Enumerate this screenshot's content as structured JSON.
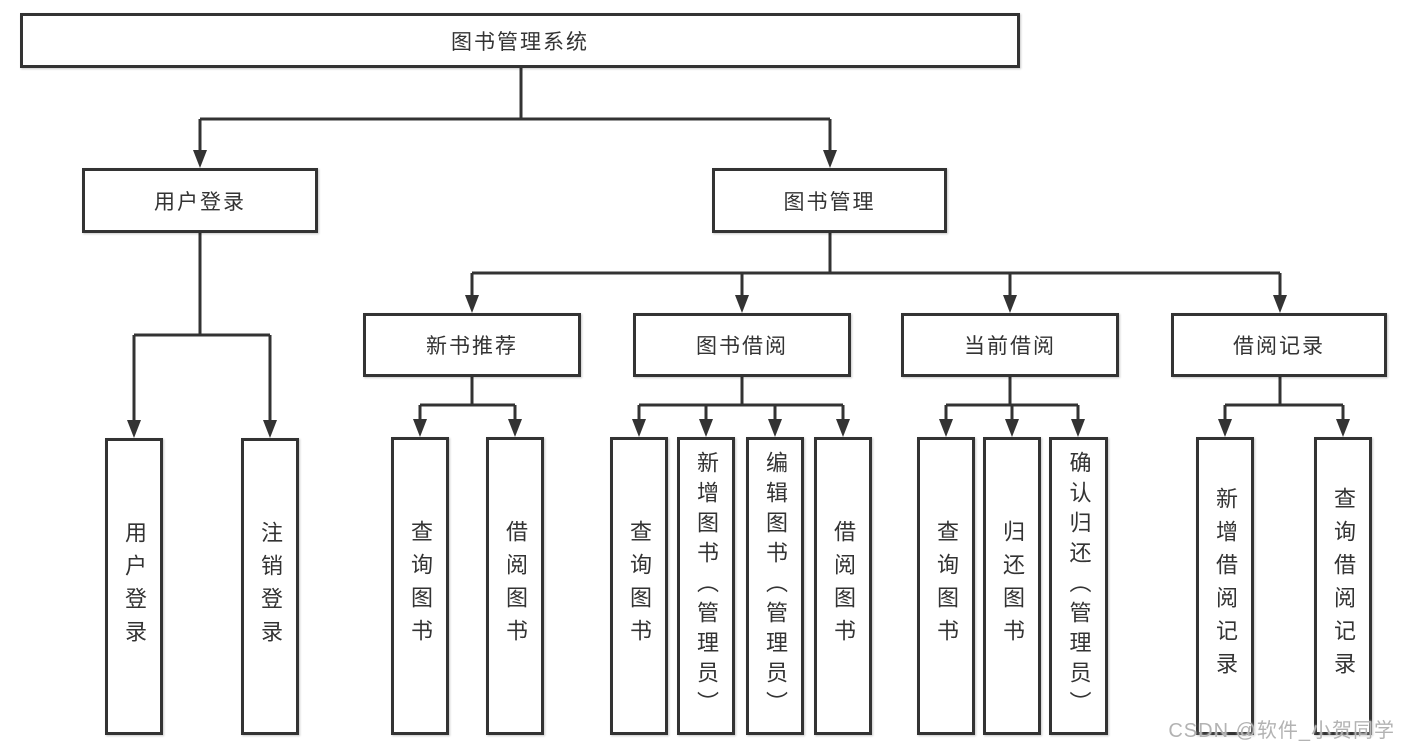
{
  "diagram": {
    "root": {
      "label": "图书管理系统"
    },
    "level2": {
      "user_login": {
        "label": "用户登录"
      },
      "book_management": {
        "label": "图书管理"
      }
    },
    "user_login_children": {
      "user_login": {
        "label": "用户登录"
      },
      "logout": {
        "label": "注销登录"
      }
    },
    "level3": {
      "new_book_recommend": {
        "label": "新书推荐"
      },
      "book_borrow": {
        "label": "图书借阅"
      },
      "current_borrow": {
        "label": "当前借阅"
      },
      "borrow_record": {
        "label": "借阅记录"
      }
    },
    "new_book_recommend_children": {
      "query_book": {
        "label": "查询图书"
      },
      "borrow_book": {
        "label": "借阅图书"
      }
    },
    "book_borrow_children": {
      "query_book": {
        "label": "查询图书"
      },
      "add_book_admin": {
        "label": "新增图书（管理员）"
      },
      "edit_book_admin": {
        "label": "编辑图书（管理员）"
      },
      "borrow_book": {
        "label": "借阅图书"
      }
    },
    "current_borrow_children": {
      "query_book": {
        "label": "查询图书"
      },
      "return_book": {
        "label": "归还图书"
      },
      "confirm_return_admin": {
        "label": "确认归还（管理员）"
      }
    },
    "borrow_record_children": {
      "add_record": {
        "label": "新增借阅记录"
      },
      "query_record": {
        "label": "查询借阅记录"
      }
    }
  },
  "watermark": {
    "text": "CSDN @软件_小贺同学"
  },
  "colors": {
    "line": "#333333",
    "box_border": "#333333",
    "text": "#333333",
    "watermark": "#b3b3b3",
    "background": "#ffffff"
  }
}
